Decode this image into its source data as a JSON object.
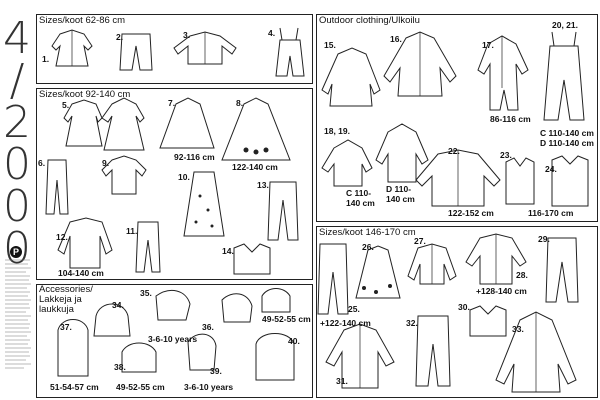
{
  "issue": {
    "digits": [
      "4",
      "/",
      "2",
      "0",
      "0",
      "0"
    ]
  },
  "sections": {
    "s1": "Sizes/koot 62-86 cm",
    "s2": "Sizes/koot 92-140 cm",
    "s3": "Outdoor clothing/Ulkoilu",
    "s4": "Sizes/koot 146-170 cm",
    "s5": "Accessories/ Lakkeja ja laukkuja"
  },
  "items": {
    "i1": "1.",
    "i2": "2.",
    "i3": "3.",
    "i4": "4.",
    "i5": "5.",
    "i6": "6.",
    "i7": "7.",
    "i8": "8.",
    "i9": "9.",
    "i10": "10.",
    "i11": "11.",
    "i12": "12.",
    "i13": "13.",
    "i14": "14.",
    "i15": "15.",
    "i16": "16.",
    "i17": "17.",
    "i18": "18, 19.",
    "i2021": "20, 21.",
    "i22": "22.",
    "i23": "23.",
    "i24": "24.",
    "i25": "25.",
    "i26": "26.",
    "i27": "27.",
    "i28": "28.",
    "i29": "29.",
    "i30": "30.",
    "i31": "31.",
    "i32": "32.",
    "i33": "33.",
    "i34": "34.",
    "i35": "35.",
    "i36": "36.",
    "i37": "37.",
    "i38": "38.",
    "i39": "39.",
    "i40": "40."
  },
  "sizes": {
    "z7": "92-116 cm",
    "z8": "122-140 cm",
    "z12": "104-140 cm",
    "z17": "86-116 cm",
    "z20a": "C 110-140 cm",
    "z20b": "D 110-140 cm",
    "z18a": "C 110-",
    "z18b": "140 cm",
    "z19a": "D 110-",
    "z19b": "140 cm",
    "z22": "122-152 cm",
    "z24": "116-170 cm",
    "z28": "+128-140 cm",
    "z25": "+122-140 cm",
    "z35": "3-6-10 years",
    "z36": "49-52-55 cm",
    "z37": "51-54-57 cm",
    "z38": "49-52-55 cm",
    "z39": "3-6-10 years"
  },
  "copyright": {
    "symbol": "P"
  }
}
